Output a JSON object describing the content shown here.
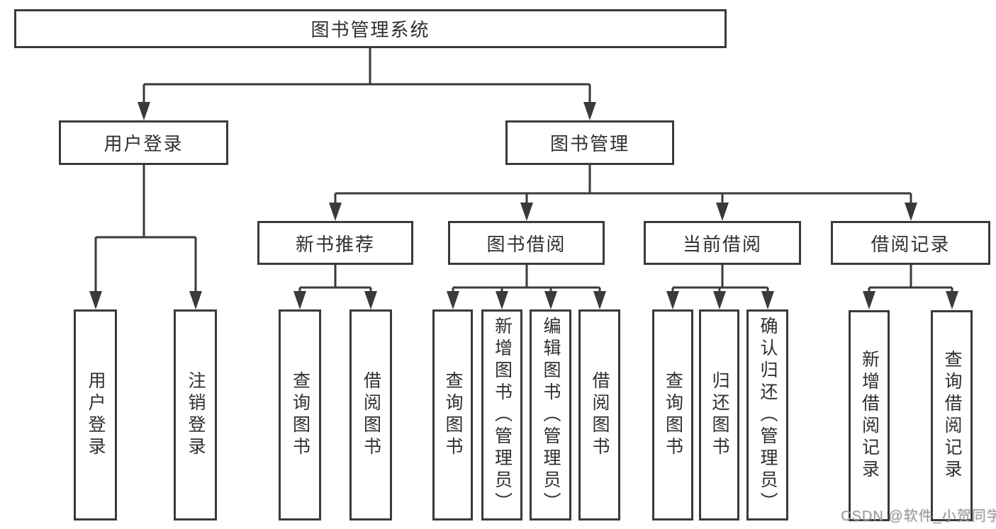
{
  "diagram": {
    "type": "hierarchy",
    "tree": {
      "label": "图书管理系统",
      "children": [
        {
          "label": "用户登录",
          "children": [
            {
              "label": "用户登录"
            },
            {
              "label": "注销登录"
            }
          ]
        },
        {
          "label": "图书管理",
          "children": [
            {
              "label": "新书推荐",
              "children": [
                {
                  "label": "查询图书"
                },
                {
                  "label": "借阅图书"
                }
              ]
            },
            {
              "label": "图书借阅",
              "children": [
                {
                  "label": "查询图书"
                },
                {
                  "label": "新增图书（管理员）"
                },
                {
                  "label": "编辑图书（管理员）"
                },
                {
                  "label": "借阅图书"
                }
              ]
            },
            {
              "label": "当前借阅",
              "children": [
                {
                  "label": "查询图书"
                },
                {
                  "label": "归还图书"
                },
                {
                  "label": "确认归还（管理员）"
                }
              ]
            },
            {
              "label": "借阅记录",
              "children": [
                {
                  "label": "新增借阅记录"
                },
                {
                  "label": "查询借阅记录"
                }
              ]
            }
          ]
        }
      ]
    }
  },
  "watermark": {
    "text": "CSDN @软件_小贺同学"
  },
  "colors": {
    "line": "#3a3a3a",
    "text": "#2f2f2f",
    "watermark": "#9b9b9b",
    "background": "#ffffff"
  }
}
